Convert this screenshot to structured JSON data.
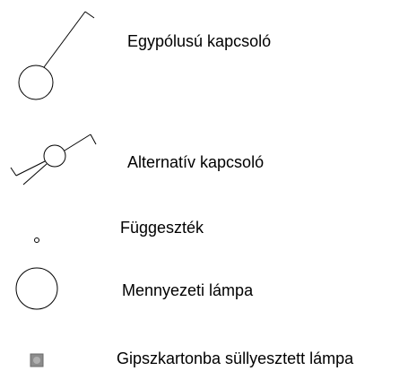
{
  "legend": {
    "items": [
      {
        "icon": "single-pole-switch-icon",
        "label": "Egypólusú kapcsoló"
      },
      {
        "icon": "alternative-switch-icon",
        "label": "Alternatív kapcsoló"
      },
      {
        "icon": "pendant-icon",
        "label": "Függeszték"
      },
      {
        "icon": "ceiling-lamp-icon",
        "label": "Mennyezeti lámpa"
      },
      {
        "icon": "drywall-recessed-lamp-icon",
        "label": "Gipszkartonba süllyesztett lámpa"
      }
    ]
  },
  "colors": {
    "stroke": "#000000",
    "recessed_fill": "#8c8c8c",
    "recessed_inner": "#b0b0b0"
  }
}
